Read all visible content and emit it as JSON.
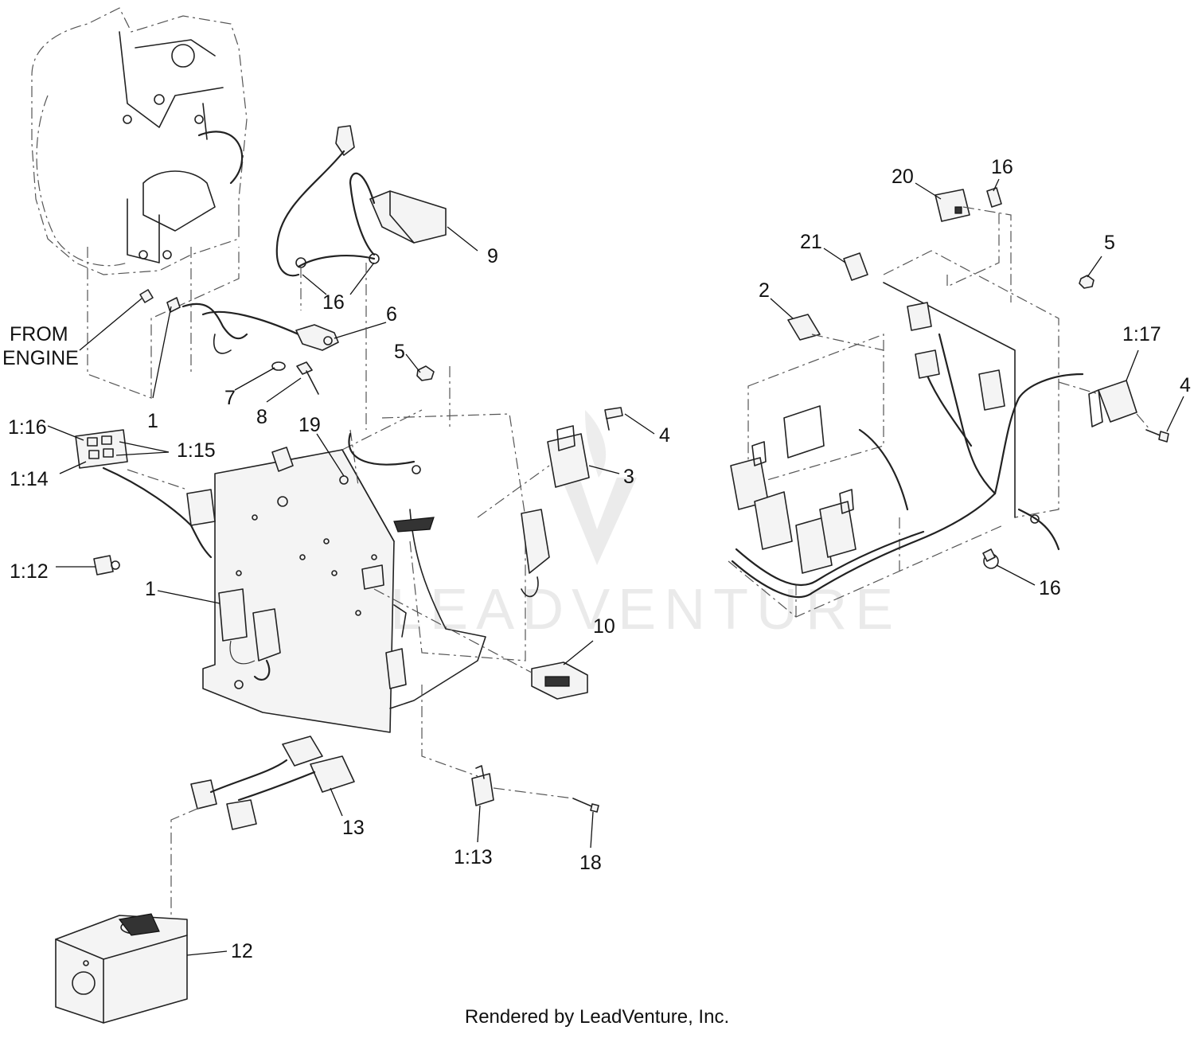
{
  "callouts": {
    "c1_16": "1:16",
    "c1_15": "1:15",
    "c1_14": "1:14",
    "c1_12": "1:12",
    "c1_13": "1:13",
    "c1_17": "1:17",
    "c1_left_lower": "1",
    "c1_engine": "1",
    "c2": "2",
    "c3": "3",
    "c4_left": "4",
    "c4_right": "4",
    "c5_left": "5",
    "c5_right": "5",
    "c6": "6",
    "c7": "7",
    "c8": "8",
    "c9": "9",
    "c10": "10",
    "c12": "12",
    "c13": "13",
    "c16_left": "16",
    "c16_right_top": "16",
    "c16_right_bottom": "16",
    "c18": "18",
    "c19": "19",
    "c20": "20",
    "c21": "21"
  },
  "labels": {
    "from_engine_line1": "FROM",
    "from_engine_line2": "ENGINE"
  },
  "watermark": "LEADVENTURE",
  "footer": "Rendered by LeadVenture, Inc."
}
